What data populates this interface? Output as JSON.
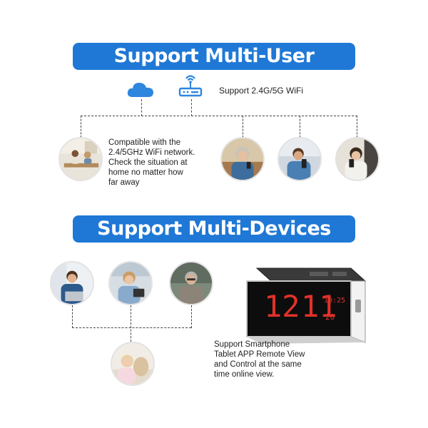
{
  "section1": {
    "title": "Support Multi-User",
    "wifi_label": "Support 2.4G/5G WiFi",
    "description": [
      "Compatible with the",
      "2.4/5GHz WiFi network.",
      "Check the situation at",
      "home no matter how",
      "far away"
    ]
  },
  "section2": {
    "title": "Support Multi-Devices",
    "description": [
      "Support Smartphone",
      "Tablet APP Remote View",
      "and Control at the same",
      "time online view."
    ]
  },
  "clock": {
    "hours": "12",
    "minutes": "11",
    "time_small": "10:25",
    "seconds": "20",
    "display_color": "#e0322a"
  },
  "colors": {
    "banner": "#1f78d6",
    "icon": "#2e86de"
  },
  "icons": [
    "cloud-icon",
    "router-wifi-icon"
  ],
  "photos": [
    "family-at-table-photo",
    "elderly-woman-phone-photo",
    "man-phone-photo",
    "woman-phone-photo",
    "man-laptop-photo",
    "woman-tablet-photo",
    "elderly-man-glasses-photo",
    "girl-with-dog-photo"
  ]
}
